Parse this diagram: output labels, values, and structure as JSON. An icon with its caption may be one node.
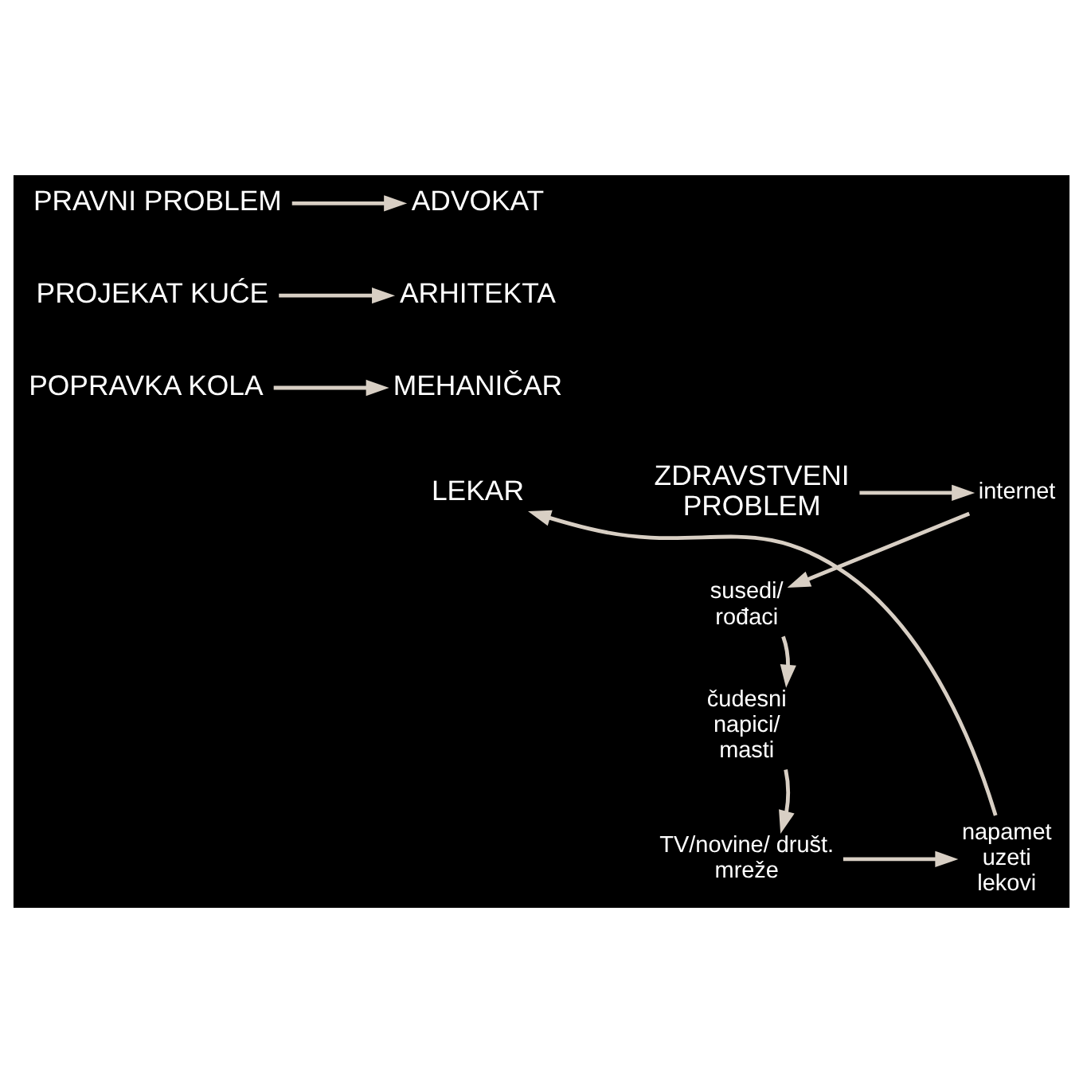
{
  "diagram": {
    "nodes": [
      {
        "text": [
          "PRAVNI PROBLEM"
        ]
      },
      {
        "text": [
          "ADVOKAT"
        ]
      },
      {
        "text": [
          "PROJEKAT KUĆE"
        ]
      },
      {
        "text": [
          "ARHITEKTA"
        ]
      },
      {
        "text": [
          "POPRAVKA KOLA"
        ]
      },
      {
        "text": [
          "MEHANIČAR"
        ]
      },
      {
        "text": [
          "ZDRAVSTVENI PROBLEM"
        ]
      },
      {
        "text": [
          "internet"
        ]
      },
      {
        "text": [
          "LEKAR"
        ]
      },
      {
        "text": [
          "susedi/ rođaci"
        ]
      },
      {
        "text": [
          "čudesni napici/ masti"
        ]
      },
      {
        "text": [
          "TV/novine/ društ. mreže"
        ]
      },
      {
        "text": [
          "napamet uzeti lekovi"
        ]
      }
    ],
    "edges": [
      {
        "from": 0,
        "to": 1,
        "arrow": "to"
      },
      {
        "from": 2,
        "to": 3,
        "arrow": "to"
      },
      {
        "from": 4,
        "to": 5,
        "arrow": "to"
      },
      {
        "from": 6,
        "to": 7,
        "arrow": "to"
      },
      {
        "from": 7,
        "to": 9,
        "arrow": "to"
      },
      {
        "from": 9,
        "to": 10,
        "arrow": "to"
      },
      {
        "from": 10,
        "to": 11,
        "arrow": "to"
      },
      {
        "from": 11,
        "to": 12,
        "arrow": "to"
      },
      {
        "from": 12,
        "to": 8,
        "arrow": "to"
      }
    ]
  }
}
